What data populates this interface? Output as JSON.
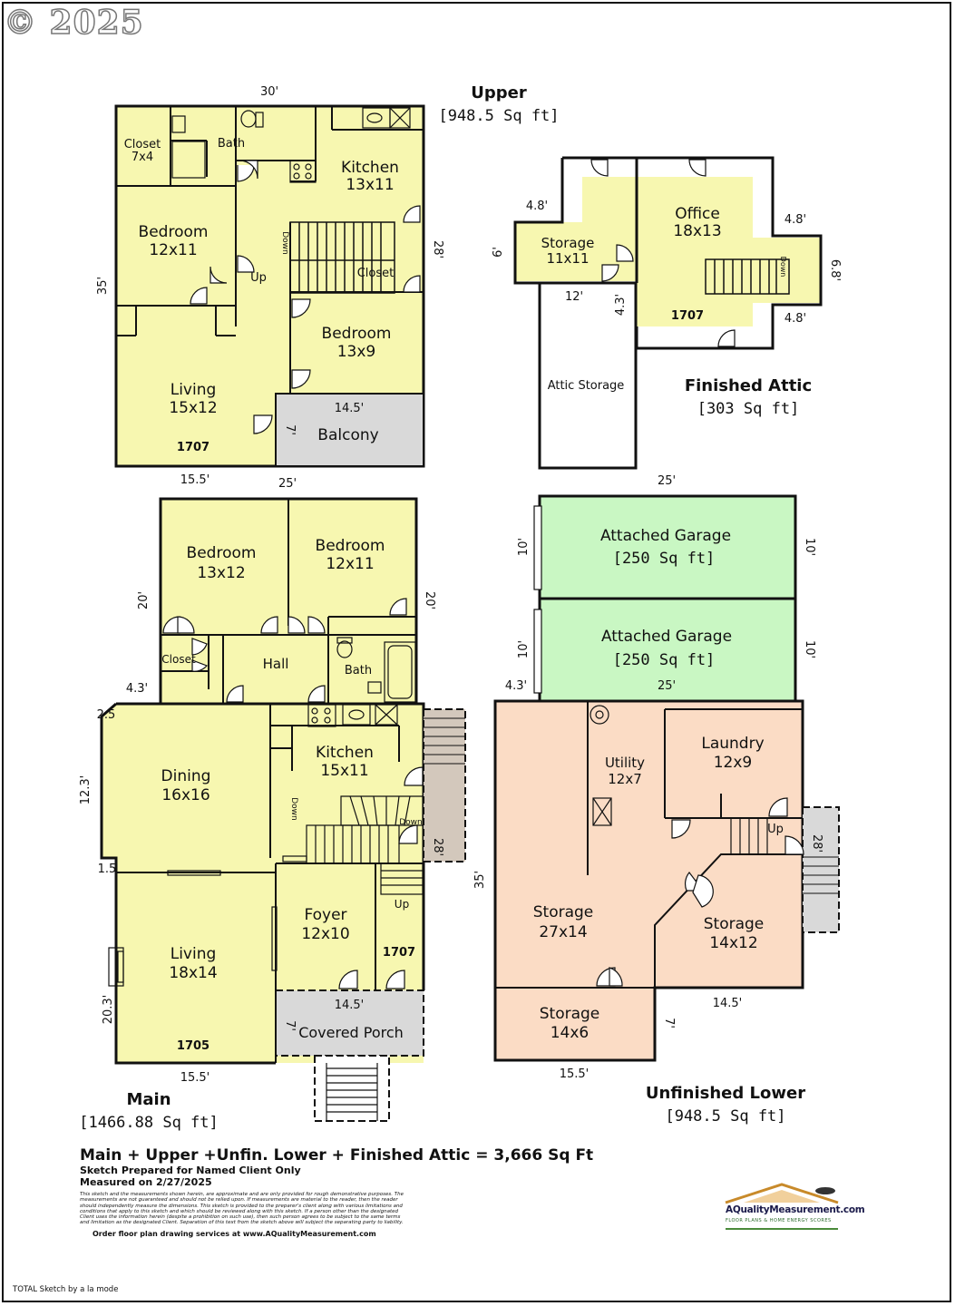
{
  "copyright": "© 2025",
  "floors": {
    "upper": {
      "label": "Upper",
      "area": "[948.5 Sq ft]"
    },
    "attic": {
      "label": "Finished Attic",
      "area": "[303 Sq ft]"
    },
    "main": {
      "label": "Main",
      "area": "[1466.88 Sq ft]"
    },
    "lower": {
      "label": "Unfinished Lower",
      "area": "[948.5 Sq ft]"
    }
  },
  "rooms": {
    "upper_closet_1": "Closet",
    "upper_closet_2": "7x4",
    "upper_bath": "Bath",
    "upper_kitchen_1": "Kitchen",
    "upper_kitchen_2": "13x11",
    "upper_bed1_1": "Bedroom",
    "upper_bed1_2": "12x11",
    "upper_down": "Down",
    "upper_up": "Up",
    "upper_closet_b": "Closet",
    "upper_bed2_1": "Bedroom",
    "upper_bed2_2": "13x9",
    "upper_living_1": "Living",
    "upper_living_2": "15x12",
    "upper_num": "1707",
    "upper_balcony": "Balcony",
    "attic_storage_1": "Storage",
    "attic_storage_2": "11x11",
    "attic_office_1": "Office",
    "attic_office_2": "18x13",
    "attic_down": "Down",
    "attic_num": "1707",
    "attic_storage_big": "Attic Storage",
    "main_bed1_1": "Bedroom",
    "main_bed1_2": "13x12",
    "main_bed2_1": "Bedroom",
    "main_bed2_2": "12x11",
    "main_closet": "Closet",
    "main_hall": "Hall",
    "main_bath": "Bath",
    "main_dining_1": "Dining",
    "main_dining_2": "16x16",
    "main_kitchen_1": "Kitchen",
    "main_kitchen_2": "15x11",
    "main_down1": "Down",
    "main_down2": "Down",
    "main_up": "Up",
    "main_foyer_1": "Foyer",
    "main_foyer_2": "12x10",
    "main_num1": "1707",
    "main_living_1": "Living",
    "main_living_2": "18x14",
    "main_num2": "1705",
    "main_porch": "Covered Porch",
    "garage1_1": "Attached Garage",
    "garage1_2": "[250 Sq ft]",
    "garage2_1": "Attached Garage",
    "garage2_2": "[250 Sq ft]",
    "lower_utility_1": "Utility",
    "lower_utility_2": "12x7",
    "lower_laundry_1": "Laundry",
    "lower_laundry_2": "12x9",
    "lower_up": "Up",
    "lower_storage1_1": "Storage",
    "lower_storage1_2": "27x14",
    "lower_storage2_1": "Storage",
    "lower_storage2_2": "14x12",
    "lower_storage3_1": "Storage",
    "lower_storage3_2": "14x6"
  },
  "dims": {
    "u_top": "30'",
    "u_left": "35'",
    "u_right": "28'",
    "u_bottom": "15.5'",
    "u_balc_w": "14.5'",
    "u_balc_h": "7'",
    "a_48_1": "4.8'",
    "a_48_2": "4.8'",
    "a_48_3": "4.8'",
    "a_6": "6'",
    "a_68": "6.8'",
    "a_12": "12'",
    "a_43": "4.3'",
    "m_top": "25'",
    "m_20l": "20'",
    "m_20r": "20'",
    "m_43": "4.3'",
    "m_25": "2.5",
    "m_123": "12.3'",
    "m_15": "1.5",
    "m_28": "28'",
    "m_203": "20.3'",
    "m_porch_w": "14.5'",
    "m_porch_h": "7'",
    "m_bottom": "15.5'",
    "g_top": "25'",
    "g_10a": "10'",
    "g_10b": "10'",
    "g_10c": "10'",
    "g_10d": "10'",
    "g_43": "4.3'",
    "g_25b": "25'",
    "l_35": "35'",
    "l_28": "28'",
    "l_145": "14.5'",
    "l_7": "7'",
    "l_155": "15.5'"
  },
  "colors": {
    "finished": "#f7f7b0",
    "balcony": "#d9d9d9",
    "garage": "#c9f7c3",
    "unfinished": "#fbdcc5",
    "stair_gray": "#d3c8bc"
  },
  "footer": {
    "total": "Main + Upper +Unfin. Lower + Finished Attic = 3,666 Sq Ft",
    "prepared": "Sketch Prepared for Named Client Only",
    "measured": "Measured on 2/27/2025",
    "disclaimer": "This sketch and the measurements shown herein, are approximate and are only provided for rough demonstrative purposes. The measurements are not guaranteed and should not be relied upon. If measurements are material to the reader, then the reader should independently measure the dimensions. This sketch is provided to the preparer's client along with various limitations and conditions that apply to this sketch and which should be reviewed along with this sketch. If a person other than the designated Client uses the information herein (despite a prohibition on such use), then such person agrees to be subject to the same terms and limitation as the designated Client. Separation of this text from the sketch above will subject the separating party to liability.",
    "order": "Order floor plan drawing services at www.AQualityMeasurement.com",
    "logo": "AQualityMeasurement.com",
    "logo_sub": "FLOOR PLANS & HOME ENERGY SCORES",
    "sketch_by": "TOTAL Sketch by a la mode"
  }
}
